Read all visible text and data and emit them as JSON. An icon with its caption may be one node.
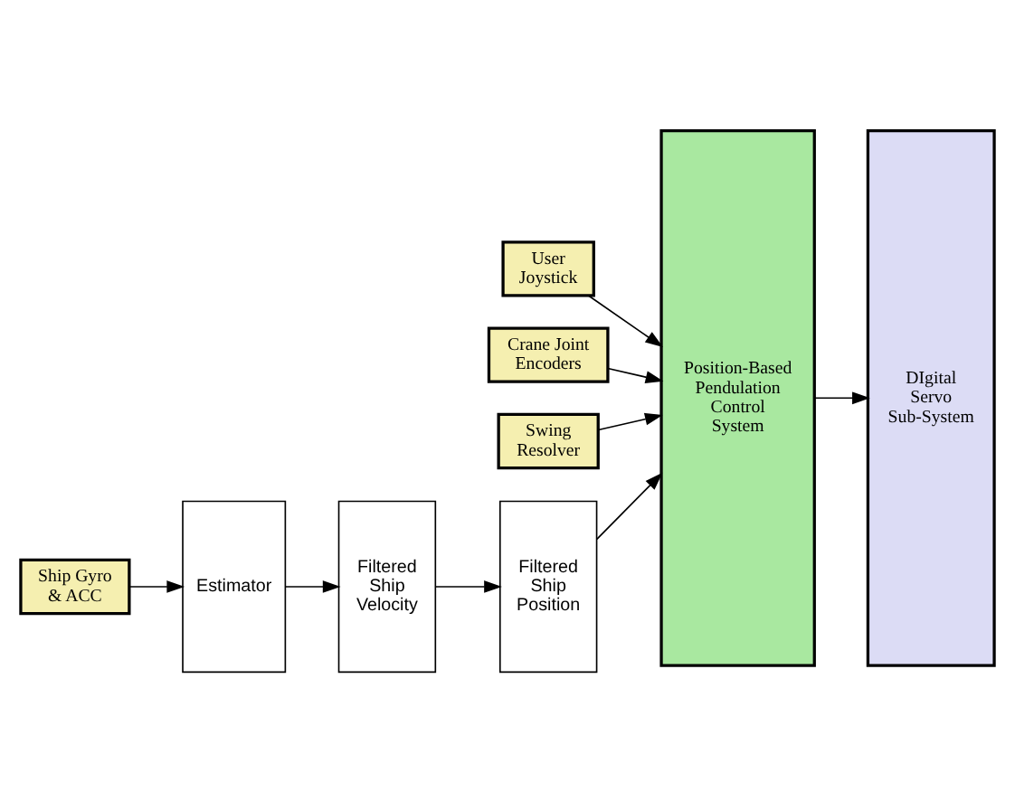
{
  "diagram": {
    "nodes": [
      {
        "text": [
          "User Joystick"
        ]
      },
      {
        "text": [
          "Crane Joint Encoders"
        ]
      },
      {
        "text": [
          "Swing Resolver"
        ]
      },
      {
        "text": [
          "Ship Gyro & ACC"
        ]
      },
      {
        "text": [
          "Estimator"
        ]
      },
      {
        "text": [
          "Filtered Ship Velocity"
        ]
      },
      {
        "text": [
          "Filtered Ship Position"
        ]
      },
      {
        "text": [
          "Position-Based Pendulation Control System"
        ]
      },
      {
        "text": [
          "DIgital Servo Sub-System"
        ]
      }
    ],
    "edges": [
      {
        "from": 0,
        "to": 7,
        "arrow": "to"
      },
      {
        "from": 1,
        "to": 7,
        "arrow": "to"
      },
      {
        "from": 2,
        "to": 7,
        "arrow": "to"
      },
      {
        "from": 3,
        "to": 4,
        "arrow": "to"
      },
      {
        "from": 4,
        "to": 5,
        "arrow": "to"
      },
      {
        "from": 5,
        "to": 6,
        "arrow": "to"
      },
      {
        "from": 6,
        "to": 7,
        "arrow": "to"
      },
      {
        "from": 7,
        "to": 8,
        "arrow": "to"
      }
    ]
  }
}
